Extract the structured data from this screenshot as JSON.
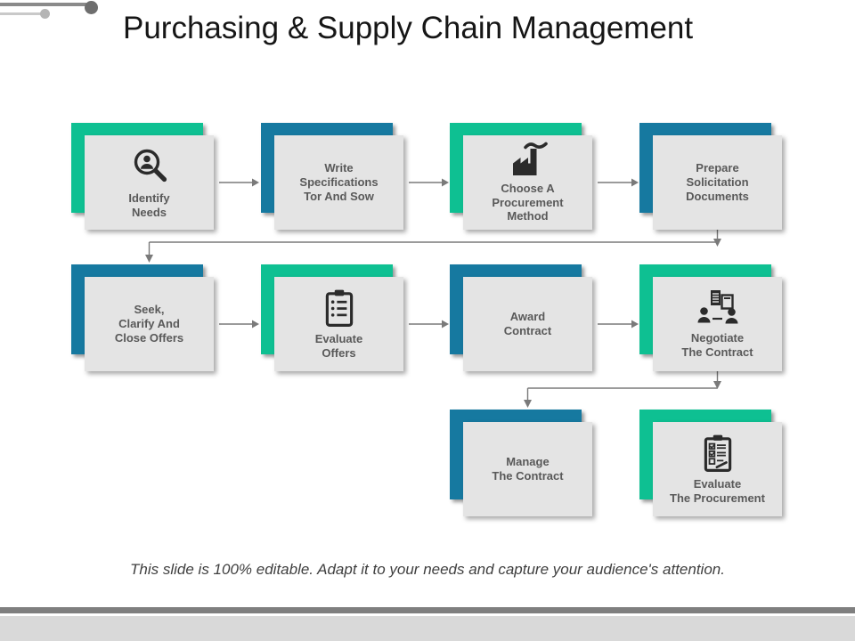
{
  "slide": {
    "title": "Purchasing & Supply Chain Management",
    "footer_note": "This slide is 100% editable. Adapt it to your needs and capture your audience's attention.",
    "colors": {
      "accent_green": "#0ec092",
      "accent_blue": "#1679a0",
      "card_fill": "#e4e4e4",
      "card_text": "#595959",
      "connector_line": "#7a7a7a",
      "bottom_bar_dark": "#7f7f7f",
      "bottom_bar_light": "#d9d9d9"
    }
  },
  "steps": [
    {
      "name": "identify-needs",
      "label": "Identify\nNeeds",
      "icon": "search-person-icon",
      "accent": "green"
    },
    {
      "name": "write-specifications",
      "label": "Write\nSpecifications\nTor And Sow",
      "icon": null,
      "accent": "blue"
    },
    {
      "name": "choose-procurement-method",
      "label": "Choose A\nProcurement\nMethod",
      "icon": "factory-icon",
      "accent": "green"
    },
    {
      "name": "prepare-solicitation-documents",
      "label": "Prepare\nSolicitation\nDocuments",
      "icon": null,
      "accent": "blue"
    },
    {
      "name": "seek-clarify-close-offers",
      "label": "Seek,\nClarify And\nClose Offers",
      "icon": null,
      "accent": "blue"
    },
    {
      "name": "evaluate-offers",
      "label": "Evaluate\nOffers",
      "icon": "clipboard-list-icon",
      "accent": "green"
    },
    {
      "name": "award-contract",
      "label": "Award\nContract",
      "icon": null,
      "accent": "blue"
    },
    {
      "name": "negotiate-contract",
      "label": "Negotiate\nThe Contract",
      "icon": "negotiation-icon",
      "accent": "green"
    },
    {
      "name": "manage-contract",
      "label": "Manage\nThe Contract",
      "icon": null,
      "accent": "blue"
    },
    {
      "name": "evaluate-procurement",
      "label": "Evaluate\nThe Procurement",
      "icon": "clipboard-check-icon",
      "accent": "green"
    }
  ]
}
